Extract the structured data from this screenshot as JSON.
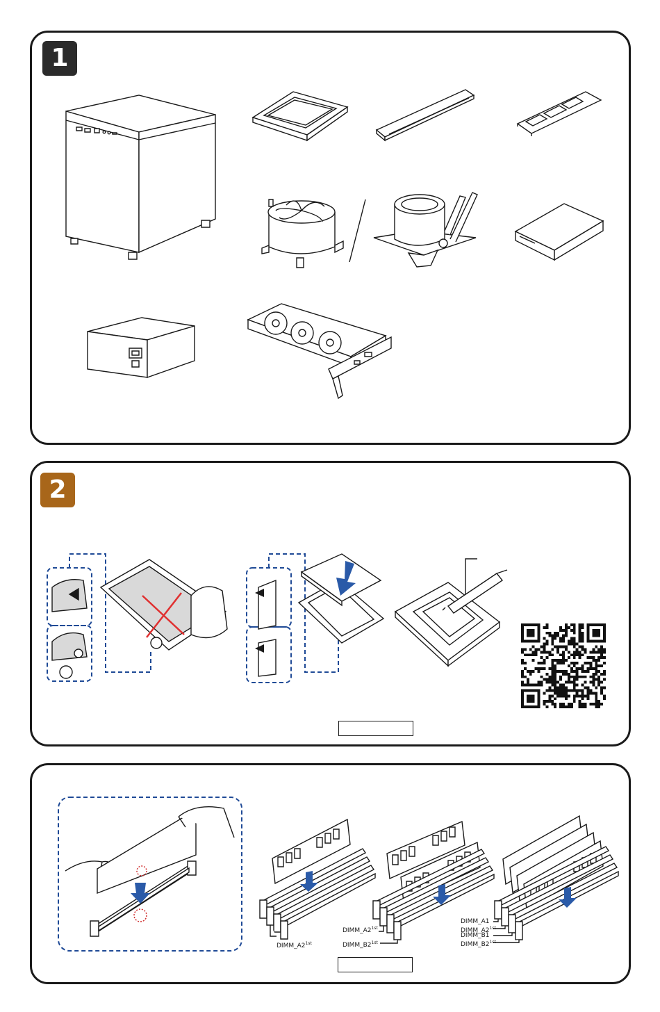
{
  "steps": {
    "step1": {
      "number": "1"
    },
    "step2": {
      "number": "2"
    }
  },
  "colors": {
    "badge_step1": "#2b2b2b",
    "badge_step2": "#a8661a",
    "arrow_blue": "#2a5aa8",
    "dashed_blue": "#1f4a96",
    "cross_red": "#e03030",
    "marker_red": "#d03030"
  },
  "icons": [
    "pc-case-icon",
    "cpu-icon",
    "memory-module-icon",
    "m2-ssd-icon",
    "air-cooler-icon",
    "liquid-cooler-icon",
    "sata-drive-icon",
    "power-supply-icon",
    "graphics-card-icon",
    "qr-code-icon"
  ],
  "memory": {
    "config1": {
      "slot_1": "DIMM_A2",
      "sup_1": "1st"
    },
    "config2": {
      "slot_1": "DIMM_A2",
      "sup_1": "1st",
      "slot_2": "DIMM_B2",
      "sup_2": "1st"
    },
    "config4": {
      "slot_1": "DIMM_A1",
      "slot_2": "DIMM_A2",
      "sup_2": "1st",
      "slot_3": "DIMM_B1",
      "slot_4": "DIMM_B2",
      "sup_4": "1st"
    }
  }
}
